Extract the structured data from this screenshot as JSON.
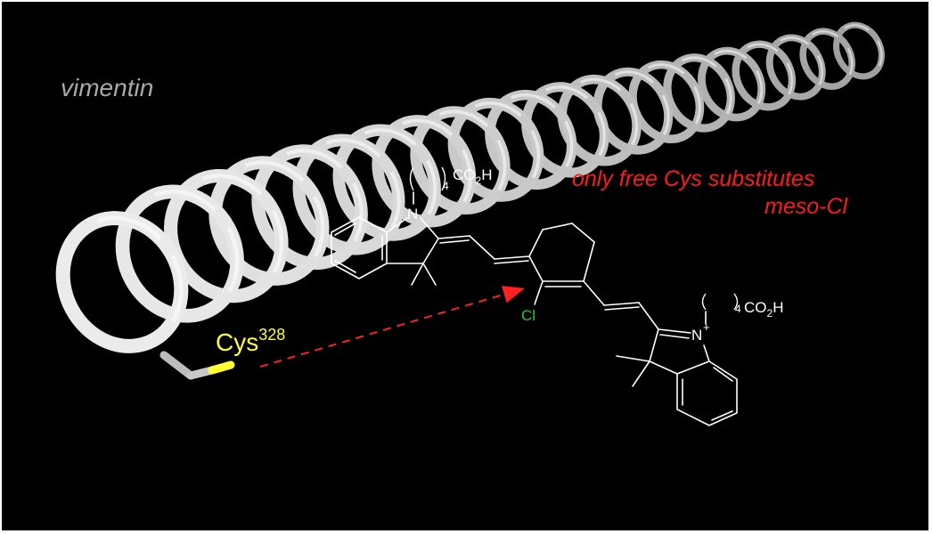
{
  "protein": {
    "name": "vimentin"
  },
  "residue": {
    "name": "Cys",
    "number": "328"
  },
  "annotation": {
    "line1": "only free Cys substitutes",
    "line2": "meso-Cl"
  },
  "molecule": {
    "atom_n_top": "N",
    "atom_n_bottom": "N",
    "charge": "+",
    "chain_repeat": "4",
    "acid_group": "CO",
    "acid_subscript": "2",
    "acid_h": "H",
    "halogen": "Cl"
  },
  "colors": {
    "background": "#000000",
    "helix": "#d9d9d9",
    "protein_label": "#a9a9a9",
    "residue_label": "#ffff33",
    "annotation": "#ff1a1a",
    "halogen": "#22cc22",
    "arrow": "#ff2020",
    "bonds": "#ffffff"
  }
}
